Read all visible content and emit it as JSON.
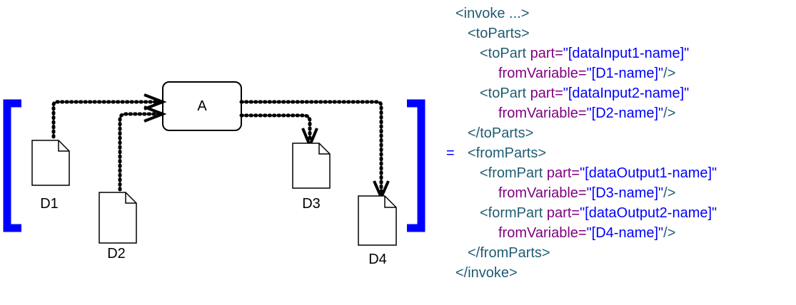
{
  "diagram": {
    "activity": "A",
    "docs": [
      "D1",
      "D2",
      "D3",
      "D4"
    ],
    "equals": "="
  },
  "code": {
    "invoke_open": "<invoke ...>",
    "toParts_open": "<toParts>",
    "toPart1_tag": "<toPart",
    "toPart1_attr": " part=",
    "toPart1_val": "\"[dataInput1-name]\"",
    "toPart1_from_attr": "fromVariable=",
    "toPart1_from_val": "\"[D1-name]\"",
    "toPart1_close": "/>",
    "toPart2_tag": "<toPart",
    "toPart2_attr": " part=",
    "toPart2_val": "\"[dataInput2-name]\"",
    "toPart2_from_attr": "fromVariable=",
    "toPart2_from_val": "\"[D2-name]\"",
    "toPart2_close": "/>",
    "toParts_close": "</toParts>",
    "fromParts_open": "<fromParts>",
    "fromPart1_tag": "<fromPart",
    "fromPart1_attr": " part=",
    "fromPart1_val": "\"[dataOutput1-name]\"",
    "fromPart1_from_attr": "fromVariable=",
    "fromPart1_from_val": "\"[D3-name]\"",
    "fromPart1_close": "/>",
    "fromPart2_tag": "<formPart",
    "fromPart2_attr": " part=",
    "fromPart2_val": "\"[dataOutput2-name]\"",
    "fromPart2_from_attr": "fromVariable=",
    "fromPart2_from_val": "\"[D4-name]\"",
    "fromPart2_close": "/>",
    "fromParts_close": "</fromParts>",
    "invoke_close": "</invoke>"
  },
  "colors": {
    "bracket": "#0000ff",
    "tag": "#1f5c73",
    "attribute": "#800080",
    "value": "#0000ff"
  }
}
